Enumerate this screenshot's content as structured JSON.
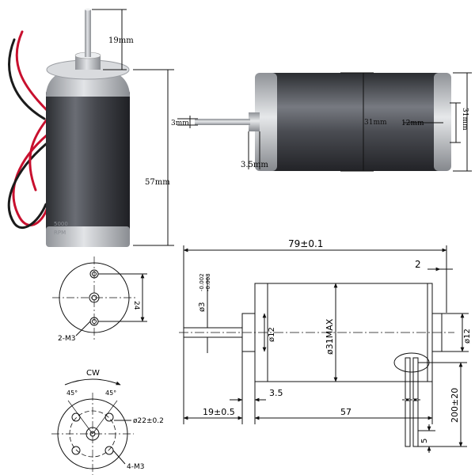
{
  "photo_left": {
    "shaft_length": "19mm",
    "body_length": "57mm",
    "label_text_1": "5000",
    "label_text_2": "RPM"
  },
  "photo_right": {
    "shaft_dia": "3mm",
    "boss_length": "3.5mm",
    "body_dia": "31mm",
    "boss_dia": "12mm",
    "end_dia": "31mm"
  },
  "front_view": {
    "hole_pitch": "24",
    "holes": "2-M3"
  },
  "rear_view": {
    "rotation": "CW",
    "angle_left": "45°",
    "angle_right": "45°",
    "pcd": "ø22±0.2",
    "holes": "4-M3"
  },
  "side_view": {
    "overall_length": "79±0.1",
    "end_cap": "2",
    "shaft_dia_main": "ø3",
    "shaft_tol_upper": "-0.002",
    "shaft_tol_lower": "-0.008",
    "boss_dia_front": "ø12",
    "body_dia": "ø31MAX",
    "boss_dia_rear": "ø12",
    "boss_length": "3.5",
    "shaft_length": "19±0.5",
    "body_length": "57",
    "lead_length": "200±20",
    "lead_strip": "5"
  },
  "colors": {
    "line": "#111111",
    "body_dark": "#3a3c42",
    "metal": "#b9bcc0",
    "wire_red": "#c8102e",
    "wire_black": "#1b1b1b"
  }
}
